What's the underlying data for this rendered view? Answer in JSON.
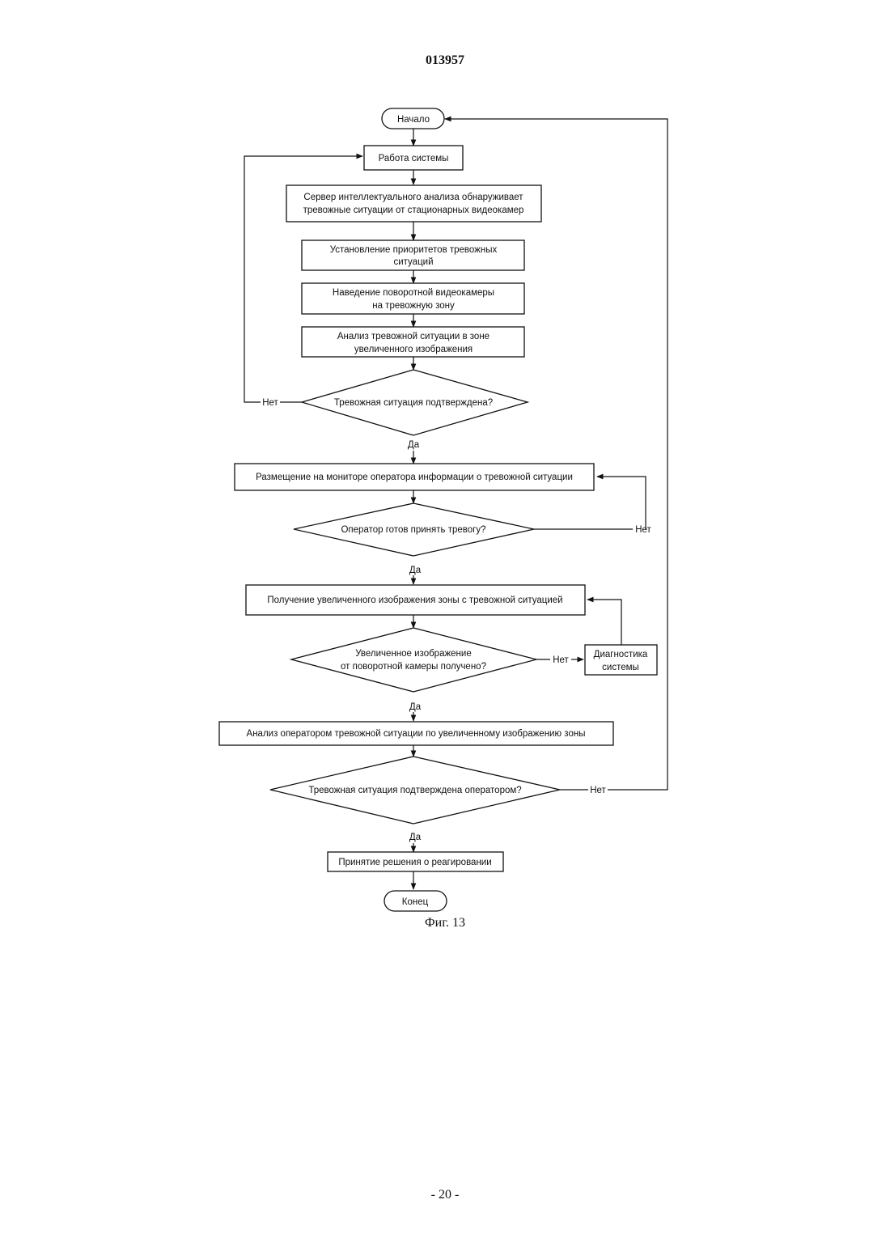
{
  "header": {
    "doc_number": "013957"
  },
  "flowchart": {
    "start": "Начало",
    "system_work": "Работа системы",
    "server_line1": "Сервер интеллектуального анализа обнаруживает",
    "server_line2": "тревожные ситуации от стационарных видеокамер",
    "priority_line1": "Установление приоритетов тревожных",
    "priority_line2": "ситуаций",
    "aim_line1": "Наведение поворотной видеокамеры",
    "aim_line2": "на тревожную зону",
    "analysis_line1": "Анализ тревожной ситуации в зоне",
    "analysis_line2": "увеличенного изображения",
    "decision1": "Тревожная ситуация подтверждена?",
    "display_info": "Размещение на мониторе оператора информации о тревожной ситуации",
    "decision2": "Оператор готов принять тревогу?",
    "get_image": "Получение увеличенного изображения зоны с тревожной ситуацией",
    "decision3_line1": "Увеличенное изображение",
    "decision3_line2": "от поворотной камеры получено?",
    "diag_line1": "Диагностика",
    "diag_line2": "системы",
    "operator_analysis": "Анализ оператором тревожной ситуации по увеличенному изображению зоны",
    "decision4": "Тревожная ситуация подтверждена оператором?",
    "decision_making": "Принятие решения о реагировании",
    "end": "Конец",
    "yes": "Да",
    "no": "Нет"
  },
  "caption": "Фиг. 13",
  "footer": {
    "page": "- 20 -"
  }
}
